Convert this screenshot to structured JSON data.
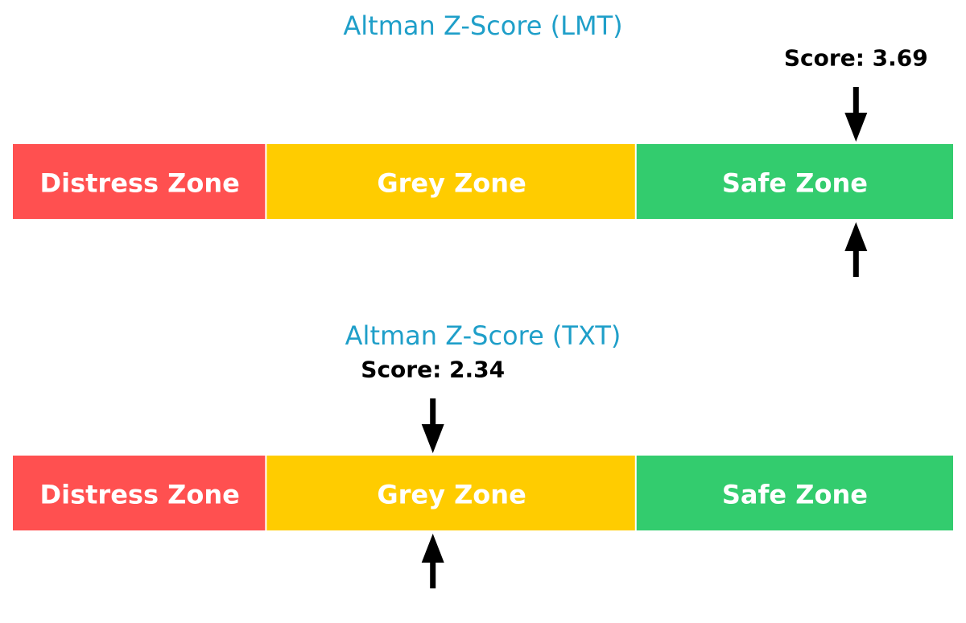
{
  "colors": {
    "title": "#1f9fc9",
    "score": "#000000",
    "arrow": "#000000",
    "zone_label": "#ffffff"
  },
  "chart_data": [
    {
      "type": "gauge",
      "title": "Altman Z-Score (LMT)",
      "score_label": "Score: 3.69",
      "value": 3.69,
      "scale": [
        1.0,
        4.0
      ],
      "zones": [
        {
          "label": "Distress Zone",
          "from": 1.0,
          "to": 1.81,
          "color": "#ff5050"
        },
        {
          "label": "Grey Zone",
          "from": 1.81,
          "to": 2.99,
          "color": "#ffcc00"
        },
        {
          "label": "Safe Zone",
          "from": 2.99,
          "to": 4.0,
          "color": "#33cc6e"
        }
      ]
    },
    {
      "type": "gauge",
      "title": "Altman Z-Score (TXT)",
      "score_label": "Score: 2.34",
      "value": 2.34,
      "scale": [
        1.0,
        4.0
      ],
      "zones": [
        {
          "label": "Distress Zone",
          "from": 1.0,
          "to": 1.81,
          "color": "#ff5050"
        },
        {
          "label": "Grey Zone",
          "from": 1.81,
          "to": 2.99,
          "color": "#ffcc00"
        },
        {
          "label": "Safe Zone",
          "from": 2.99,
          "to": 4.0,
          "color": "#33cc6e"
        }
      ]
    }
  ]
}
